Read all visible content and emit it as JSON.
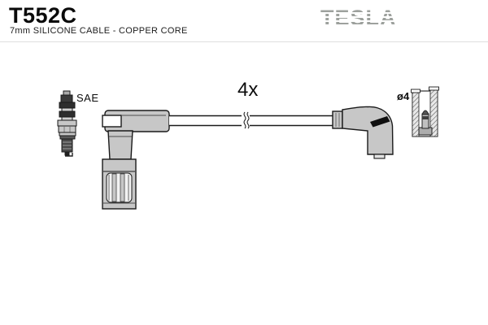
{
  "header": {
    "part_number": "T552C",
    "subtitle": "7mm SILICONE CABLE - COPPER CORE",
    "brand": "TESLA"
  },
  "diagram": {
    "quantity_label": "4x",
    "plug_terminal_label": "SAE",
    "pin_diameter_label": "ø4",
    "drawing_parts": [
      "spark-plug",
      "elbow-boot",
      "cable-with-break",
      "elbow-coil-connector",
      "terminal-section-view"
    ]
  },
  "colors": {
    "background": "#ffffff",
    "outline": "#1a1a1a",
    "fill_gray": "#c7c7c7",
    "dark_detail": "#3a3a3a",
    "brand_gray": "#9da19d"
  }
}
